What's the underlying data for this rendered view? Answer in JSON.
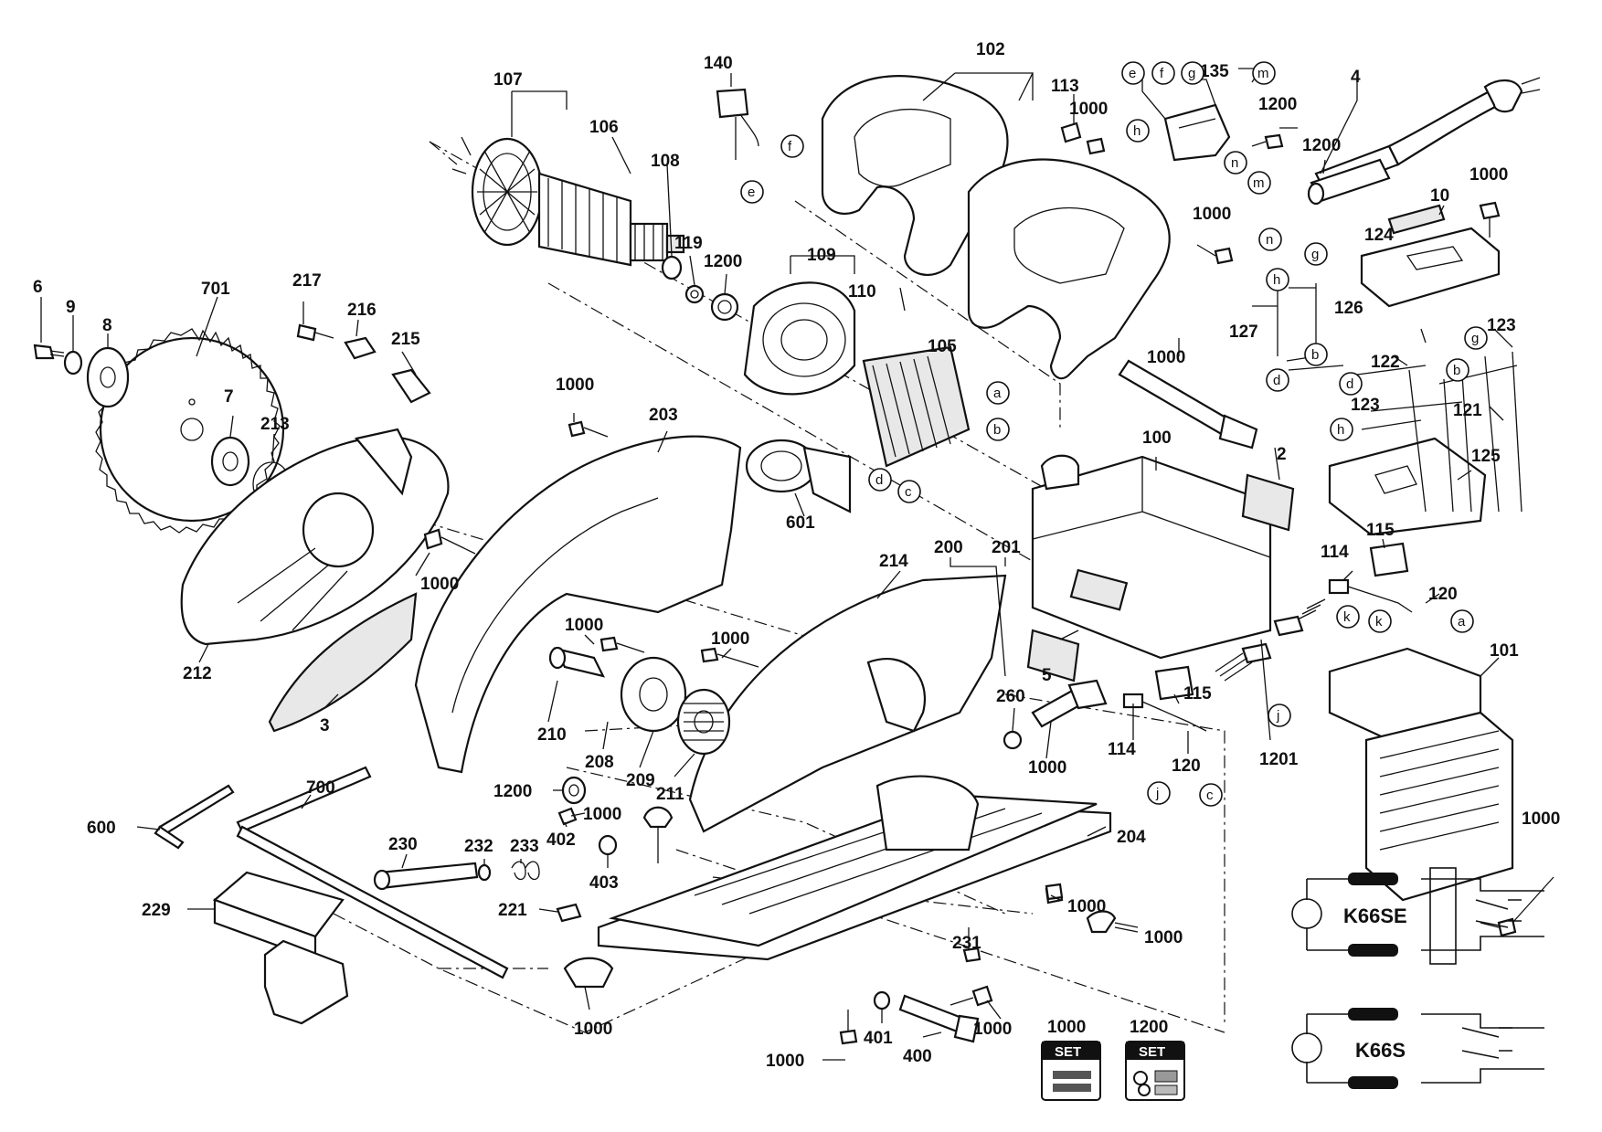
{
  "part_numbers": {
    "p102": "102",
    "p107": "107",
    "p106": "106",
    "p108": "108",
    "p140": "140",
    "p113": "113",
    "p1000_113": "1000",
    "p135": "135",
    "p4": "4",
    "p1200_top": "1200",
    "p1200_cord": "1200",
    "p10": "10",
    "p1000_10": "1000",
    "p119": "119",
    "p1200_119": "1200",
    "p109": "109",
    "p110": "110",
    "p1000_handle": "1000",
    "p124": "124",
    "p126": "126",
    "p127": "127",
    "p105": "105",
    "p1000_rod": "1000",
    "p122": "122",
    "p123a": "123",
    "p123b": "123",
    "p121": "121",
    "p125": "125",
    "p6": "6",
    "p9": "9",
    "p8": "8",
    "p701": "701",
    "p217": "217",
    "p216": "216",
    "p215": "215",
    "p7": "7",
    "p213": "213",
    "p1000_203": "1000",
    "p203": "203",
    "p100": "100",
    "p2": "2",
    "p601": "601",
    "p1000_guard": "1000",
    "p115a": "115",
    "p114a": "114",
    "p120a": "120",
    "p214": "214",
    "p200": "200",
    "p201": "201",
    "p101": "101",
    "p212": "212",
    "p1000_210": "1000",
    "p1000_208": "1000",
    "p5": "5",
    "p260": "260",
    "p115b": "115",
    "p1000_260": "1000",
    "p114b": "114",
    "p120b": "120",
    "p1201": "1201",
    "p3": "3",
    "p210": "210",
    "p208": "208",
    "p209": "209",
    "p211": "211",
    "p1200_mid": "1200",
    "p1000_402": "1000",
    "p402": "402",
    "p403": "403",
    "p600": "600",
    "p700": "700",
    "p230": "230",
    "p232": "232",
    "p233": "233",
    "p204": "204",
    "p1000_101": "1000",
    "p229": "229",
    "p221": "221",
    "p1000_204": "1000",
    "p1000_knob": "1000",
    "p231": "231",
    "p1000_bot": "1000",
    "p1000_400": "1000",
    "p1000_screw": "1000",
    "p401": "401",
    "p400": "400"
  },
  "connectors": {
    "f1": "f",
    "e1": "e",
    "e2": "e",
    "f2": "f",
    "g1": "g",
    "m1": "m",
    "h1": "h",
    "n1": "n",
    "m2": "m",
    "n2": "n",
    "g2": "g",
    "h2": "h",
    "b1": "b",
    "d1": "d",
    "a1": "a",
    "b2": "b",
    "d2": "d",
    "c1": "c",
    "g3": "g",
    "d3": "d",
    "b3": "b",
    "h3": "h",
    "k1": "k",
    "k2": "k",
    "a2": "a",
    "j1": "j",
    "j2": "j",
    "c2": "c"
  },
  "schematics": {
    "top_model": "K66SE",
    "bottom_model": "K66S"
  },
  "sets": [
    {
      "number": "1000",
      "badge": "SET"
    },
    {
      "number": "1200",
      "badge": "SET"
    }
  ]
}
